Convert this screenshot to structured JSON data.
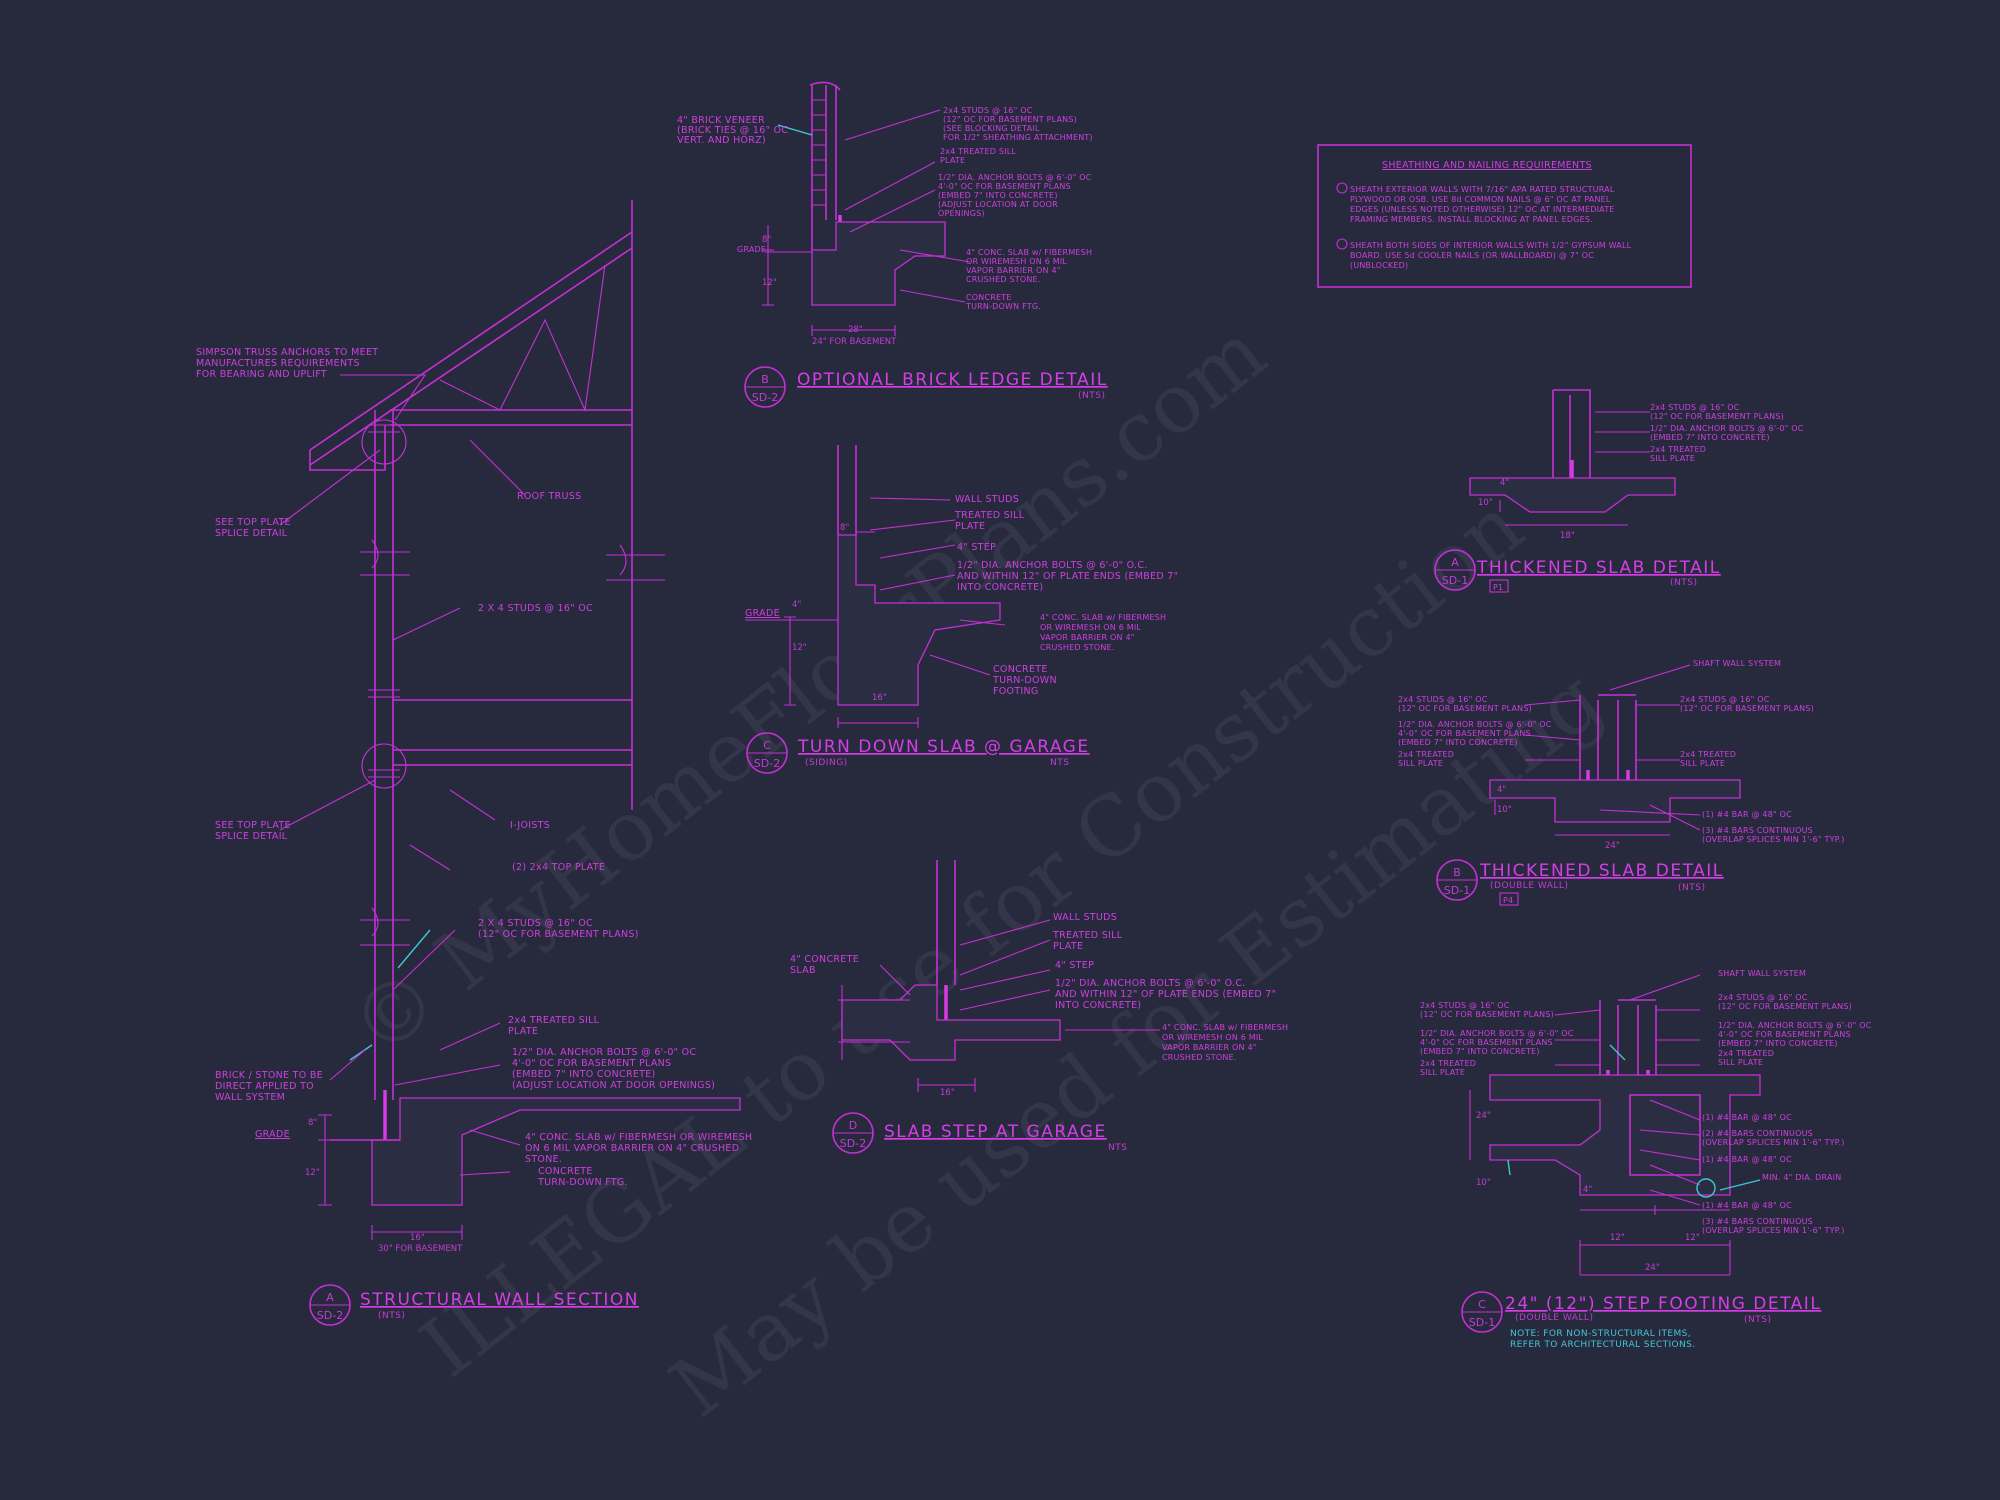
{
  "colors": {
    "background": "#272a3d",
    "linework": "#c62fd6",
    "accent": "#3fc7d6"
  },
  "watermark": {
    "line1": "© MyHomeFloorPlans.com",
    "line2": "ILLEGAL to use for Construction",
    "line3": "May be used for Estimating"
  },
  "detail_a": {
    "title": "STRUCTURAL WALL SECTION",
    "scale": "(NTS)",
    "bubble_letter": "A",
    "bubble_sheet": "SD-2",
    "notes": {
      "truss_anchor": [
        "SIMPSON TRUSS ANCHORS TO MEET",
        "MANUFACTURES REQUIREMENTS",
        "FOR BEARING AND UPLIFT"
      ],
      "roof_truss": "ROOF TRUSS",
      "top_plate_1": [
        "SEE TOP PLATE",
        "SPLICE DETAIL"
      ],
      "studs_upper": "2 X 4 STUDS @ 16\" OC",
      "top_plate_2": [
        "SEE TOP PLATE",
        "SPLICE DETAIL"
      ],
      "ijoists": "I-JOISTS",
      "double_top": "(2) 2x4 TOP PLATE",
      "studs_lower": [
        "2 X 4 STUDS @ 16\" OC",
        "(12\" OC FOR BASEMENT PLANS)"
      ],
      "sill_plate": [
        "2x4 TREATED SILL",
        "PLATE"
      ],
      "anchor_bolts": [
        "1/2\" DIA. ANCHOR BOLTS @ 6'-0\" OC",
        "4'-0\" OC FOR BASEMENT PLANS",
        "(EMBED 7\" INTO CONCRETE)",
        "(ADJUST LOCATION AT DOOR OPENINGS)"
      ],
      "brick": [
        "BRICK / STONE TO BE",
        "DIRECT APPLIED TO",
        "WALL SYSTEM"
      ],
      "grade": "GRADE",
      "slab": [
        "4\" CONC. SLAB w/ FIBERMESH OR WIREMESH",
        "ON 6 MIL VAPOR BARRIER ON 4\" CRUSHED",
        "STONE."
      ],
      "footing": [
        "CONCRETE",
        "TURN-DOWN FTG."
      ]
    },
    "dims": {
      "d8": "8\"",
      "d12": "12\"",
      "d16": "16\"",
      "d30": "30\" FOR BASEMENT"
    }
  },
  "detail_b": {
    "title": "OPTIONAL BRICK LEDGE DETAIL",
    "scale": "(NTS)",
    "bubble_letter": "B",
    "bubble_sheet": "SD-2",
    "notes": {
      "veneer": [
        "4\" BRICK VENEER",
        "(BRICK TIES @ 16\" OC",
        "VERT. AND HORZ)"
      ],
      "studs": [
        "2x4 STUDS @ 16\" OC",
        "(12\" OC FOR BASEMENT PLANS)",
        "(SEE BLOCKING DETAIL",
        "FOR 1/2\" SHEATHING ATTACHMENT)"
      ],
      "sill": [
        "2x4 TREATED SILL",
        "PLATE"
      ],
      "bolts": [
        "1/2\" DIA. ANCHOR BOLTS @ 6'-0\" OC",
        "4'-0\" OC FOR BASEMENT PLANS",
        "(EMBED 7\" INTO CONCRETE)",
        "(ADJUST LOCATION AT DOOR",
        "OPENINGS)"
      ],
      "grade": "GRADE",
      "slab": [
        "4\" CONC. SLAB w/ FIBERMESH",
        "OR WIREMESH ON 6 MIL",
        "VAPOR BARRIER ON 4\"",
        "CRUSHED STONE."
      ],
      "footing": [
        "CONCRETE",
        "TURN-DOWN FTG."
      ]
    },
    "dims": {
      "d8": "8\"",
      "d12": "12\"",
      "d28": "28\"",
      "d24": "24\" FOR BASEMENT"
    }
  },
  "detail_c": {
    "title": "TURN DOWN SLAB @ GARAGE",
    "scale": "NTS",
    "sub": "(SIDING)",
    "bubble_letter": "C",
    "bubble_sheet": "SD-2",
    "notes": {
      "studs": "WALL STUDS",
      "sill": [
        "TREATED SILL",
        "PLATE"
      ],
      "step": "4\" STEP",
      "bolts": [
        "1/2\" DIA. ANCHOR BOLTS @ 6'-0\" O.C.",
        "AND WITHIN 12\" OF PLATE ENDS (EMBED 7\"",
        "INTO CONCRETE)"
      ],
      "grade": "GRADE",
      "slab": [
        "4\" CONC. SLAB w/ FIBERMESH",
        "OR WIREMESH ON 6 MIL",
        "VAPOR BARRIER ON 4\"",
        "CRUSHED STONE."
      ],
      "footing": [
        "CONCRETE",
        "TURN-DOWN",
        "FOOTING"
      ]
    },
    "dims": {
      "d8": "8\"",
      "d4": "4\"",
      "d12": "12\"",
      "d16": "16\""
    }
  },
  "detail_d": {
    "title": "SLAB STEP AT GARAGE",
    "scale": "NTS",
    "bubble_letter": "D",
    "bubble_sheet": "SD-2",
    "notes": {
      "conc_slab": [
        "4\" CONCRETE",
        "SLAB"
      ],
      "studs": "WALL STUDS",
      "sill": [
        "TREATED SILL",
        "PLATE"
      ],
      "step": "4\" STEP",
      "bolts": [
        "1/2\" DIA. ANCHOR BOLTS @ 6'-0\" O.C.",
        "AND WITHIN 12\" OF PLATE ENDS (EMBED 7\"",
        "INTO CONCRETE)"
      ],
      "slab": [
        "4\" CONC. SLAB w/ FIBERMESH",
        "OR WIREMESH ON 6 MIL",
        "VAPOR BARRIER ON 4\"",
        "CRUSHED STONE."
      ]
    },
    "dims": {
      "d16": "16\""
    }
  },
  "sheathing": {
    "title": "SHEATHING AND NAILING REQUIREMENTS",
    "item1": [
      "SHEATH EXTERIOR WALLS WITH 7/16\" APA RATED STRUCTURAL",
      "PLYWOOD OR OSB. USE 8d COMMON NAILS @ 6\" OC AT PANEL",
      "EDGES (UNLESS NOTED OTHERWISE) 12\" OC AT INTERMEDIATE",
      "FRAMING MEMBERS. INSTALL BLOCKING AT PANEL EDGES."
    ],
    "item2": [
      "SHEATH BOTH SIDES OF INTERIOR WALLS WITH 1/2\" GYPSUM WALL",
      "BOARD. USE 5d COOLER NAILS (OR WALLBOARD) @ 7\" OC",
      "(UNBLOCKED)"
    ]
  },
  "detail_e": {
    "title": "THICKENED SLAB DETAIL",
    "scale": "(NTS)",
    "bubble_letter": "A",
    "bubble_sheet": "SD-1",
    "tag": "P1",
    "notes": {
      "studs": [
        "2x4 STUDS @ 16\" OC",
        "(12\" OC FOR BASEMENT PLANS)"
      ],
      "bolts": [
        "1/2\" DIA. ANCHOR BOLTS @ 6'-0\" OC",
        "(EMBED 7\" INTO CONCRETE)"
      ],
      "sill": [
        "2x4 TREATED",
        "SILL PLATE"
      ]
    },
    "dims": {
      "d4": "4\"",
      "d10": "10\"",
      "d18": "18\""
    }
  },
  "detail_f": {
    "title": "THICKENED SLAB DETAIL",
    "scale": "(NTS)",
    "sub": "(DOUBLE WALL)",
    "bubble_letter": "B",
    "bubble_sheet": "SD-1",
    "tag": "P4",
    "notes": {
      "shaft": "SHAFT WALL SYSTEM",
      "studs_l": [
        "2x4 STUDS @ 16\" OC",
        "(12\" OC FOR BASEMENT PLANS)"
      ],
      "studs_r": [
        "2x4 STUDS @ 16\" OC",
        "(12\" OC FOR BASEMENT PLANS)"
      ],
      "bolts": [
        "1/2\" DIA. ANCHOR BOLTS @ 6'-0\" OC",
        "4'-0\" OC FOR BASEMENT PLANS",
        "(EMBED 7\" INTO CONCRETE)"
      ],
      "sill_l": [
        "2x4 TREATED",
        "SILL PLATE"
      ],
      "sill_r": [
        "2x4 TREATED",
        "SILL PLATE"
      ],
      "bar": "(1) #4 BAR @ 48\" OC",
      "bars_cont": [
        "(3) #4 BARS CONTINUOUS",
        "(OVERLAP SPLICES MIN 1'-6\" TYP.)"
      ]
    },
    "dims": {
      "d4": "4\"",
      "d10": "10\"",
      "d24": "24\""
    }
  },
  "detail_g": {
    "title": "24\" (12\") STEP FOOTING DETAIL",
    "scale": "(NTS)",
    "sub": "(DOUBLE WALL)",
    "bubble_letter": "C",
    "bubble_sheet": "SD-1",
    "notes": {
      "shaft": "SHAFT WALL SYSTEM",
      "studs_l": [
        "2x4 STUDS @ 16\" OC",
        "(12\" OC FOR BASEMENT PLANS)"
      ],
      "studs_r": [
        "2x4 STUDS @ 16\" OC",
        "(12\" OC FOR BASEMENT PLANS)"
      ],
      "bolts_l": [
        "1/2\" DIA. ANCHOR BOLTS @ 6'-0\" OC",
        "4'-0\" OC FOR BASEMENT PLANS",
        "(EMBED 7\" INTO CONCRETE)"
      ],
      "bolts_r": [
        "1/2\" DIA. ANCHOR BOLTS @ 6'-0\" OC",
        "4'-0\" OC FOR BASEMENT PLANS",
        "(EMBED 7\" INTO CONCRETE)"
      ],
      "sill_l": [
        "2x4 TREATED",
        "SILL PLATE"
      ],
      "sill_r": [
        "2x4 TREATED",
        "SILL PLATE"
      ],
      "bar1": "(1) #4 BAR @ 48\" OC",
      "bars1": [
        "(2) #4 BARS CONTINUOUS",
        "(OVERLAP SPLICES MIN 1'-6\" TYP.)"
      ],
      "bar2": "(1) #4 BAR @ 48\" OC",
      "drain": "MIN. 4\" DIA. DRAIN",
      "bar3": "(1) #4 BAR @ 48\" OC",
      "bars2": [
        "(3) #4 BARS CONTINUOUS",
        "(OVERLAP SPLICES MIN 1'-6\" TYP.)"
      ]
    },
    "dims": {
      "d24v": "24\"",
      "d10": "10\"",
      "d4": "4\"",
      "d12a": "12\"",
      "d12b": "12\"",
      "d24": "24\""
    },
    "footnote": [
      "NOTE: FOR NON-STRUCTURAL ITEMS,",
      "REFER TO ARCHITECTURAL SECTIONS."
    ]
  }
}
